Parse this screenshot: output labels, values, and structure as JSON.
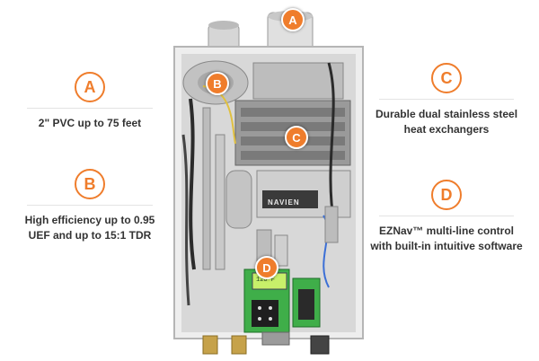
{
  "features": {
    "left_top": {
      "badge": "A",
      "text": "2\" PVC up to 75 feet"
    },
    "left_bottom": {
      "badge": "B",
      "text": "High efficiency up to 0.95 UEF and up to 15:1 TDR"
    },
    "right_top": {
      "badge": "C",
      "text": "Durable dual stainless steel heat exchangers"
    },
    "right_bottom": {
      "badge": "D",
      "text": "EZNav™ multi-line control with built-in intuitive software"
    }
  },
  "product": {
    "brand": "NAVIEN",
    "display_reading": "120°F",
    "callouts": [
      "A",
      "B",
      "C",
      "D"
    ]
  },
  "colors": {
    "accent": "#ef7d2c",
    "text": "#333333"
  }
}
